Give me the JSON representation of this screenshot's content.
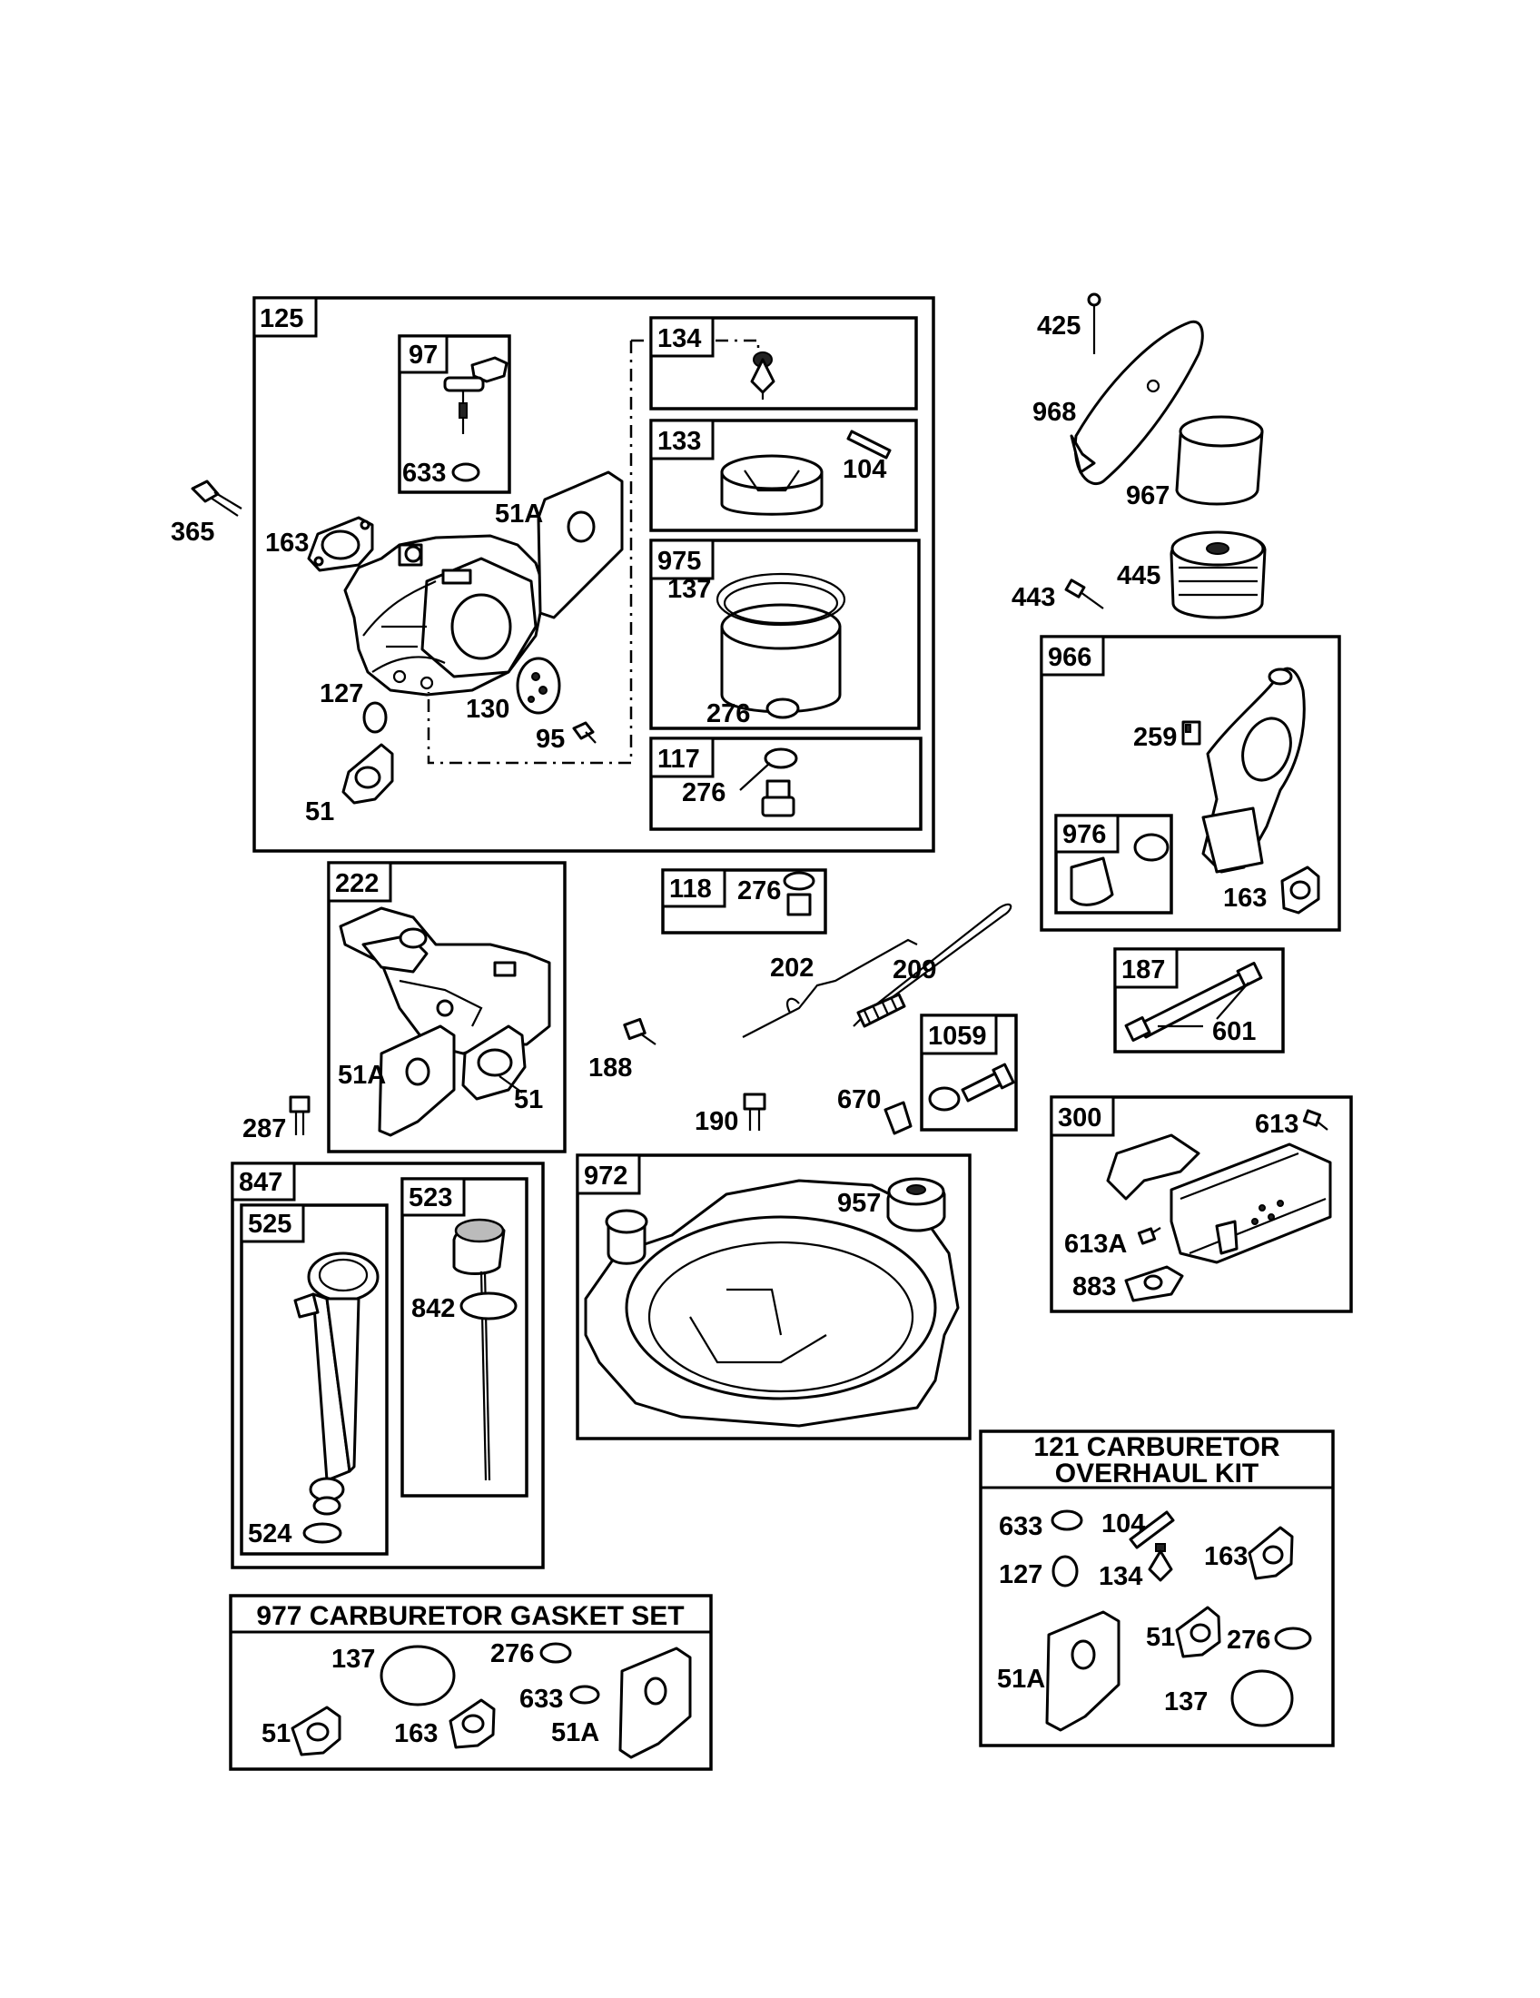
{
  "groups": {
    "g125": "125",
    "g97": "97",
    "g134": "134",
    "g133": "133",
    "g975": "975",
    "g117": "117",
    "g966": "966",
    "g976": "976",
    "g222": "222",
    "g118": "118",
    "g187": "187",
    "g1059": "1059",
    "g300": "300",
    "g847": "847",
    "g525": "525",
    "g523": "523",
    "g972": "972"
  },
  "kits": {
    "overhaul_line1": "121 CARBURETOR",
    "overhaul_line2": "OVERHAUL KIT",
    "gasket_set": "977 CARBURETOR  GASKET SET"
  },
  "parts": {
    "p633_97": "633",
    "p51A_125": "51A",
    "p163_125": "163",
    "p365": "365",
    "p127_125": "127",
    "p130": "130",
    "p95": "95",
    "p51_125": "51",
    "p104_133": "104",
    "p137_975": "137",
    "p276_975": "276",
    "p276_117": "276",
    "p425": "425",
    "p968": "968",
    "p967": "967",
    "p443": "443",
    "p445": "445",
    "p259": "259",
    "p163_966": "163",
    "p601": "601",
    "p276_118": "276",
    "p202": "202",
    "p209": "209",
    "p188": "188",
    "p287": "287",
    "p51A_222": "51A",
    "p51_222": "51",
    "p190": "190",
    "p670": "670",
    "p613": "613",
    "p613A": "613A",
    "p883": "883",
    "p842": "842",
    "p524": "524",
    "p957": "957",
    "p633_kit": "633",
    "p104_kit": "104",
    "p163_kit": "163",
    "p127_kit": "127",
    "p134_kit": "134",
    "p51_kit": "51",
    "p276_kit": "276",
    "p51A_kit": "51A",
    "p137_kit": "137",
    "p137_gs": "137",
    "p276_gs": "276",
    "p633_gs": "633",
    "p51_gs": "51",
    "p163_gs": "163",
    "p51A_gs": "51A"
  }
}
